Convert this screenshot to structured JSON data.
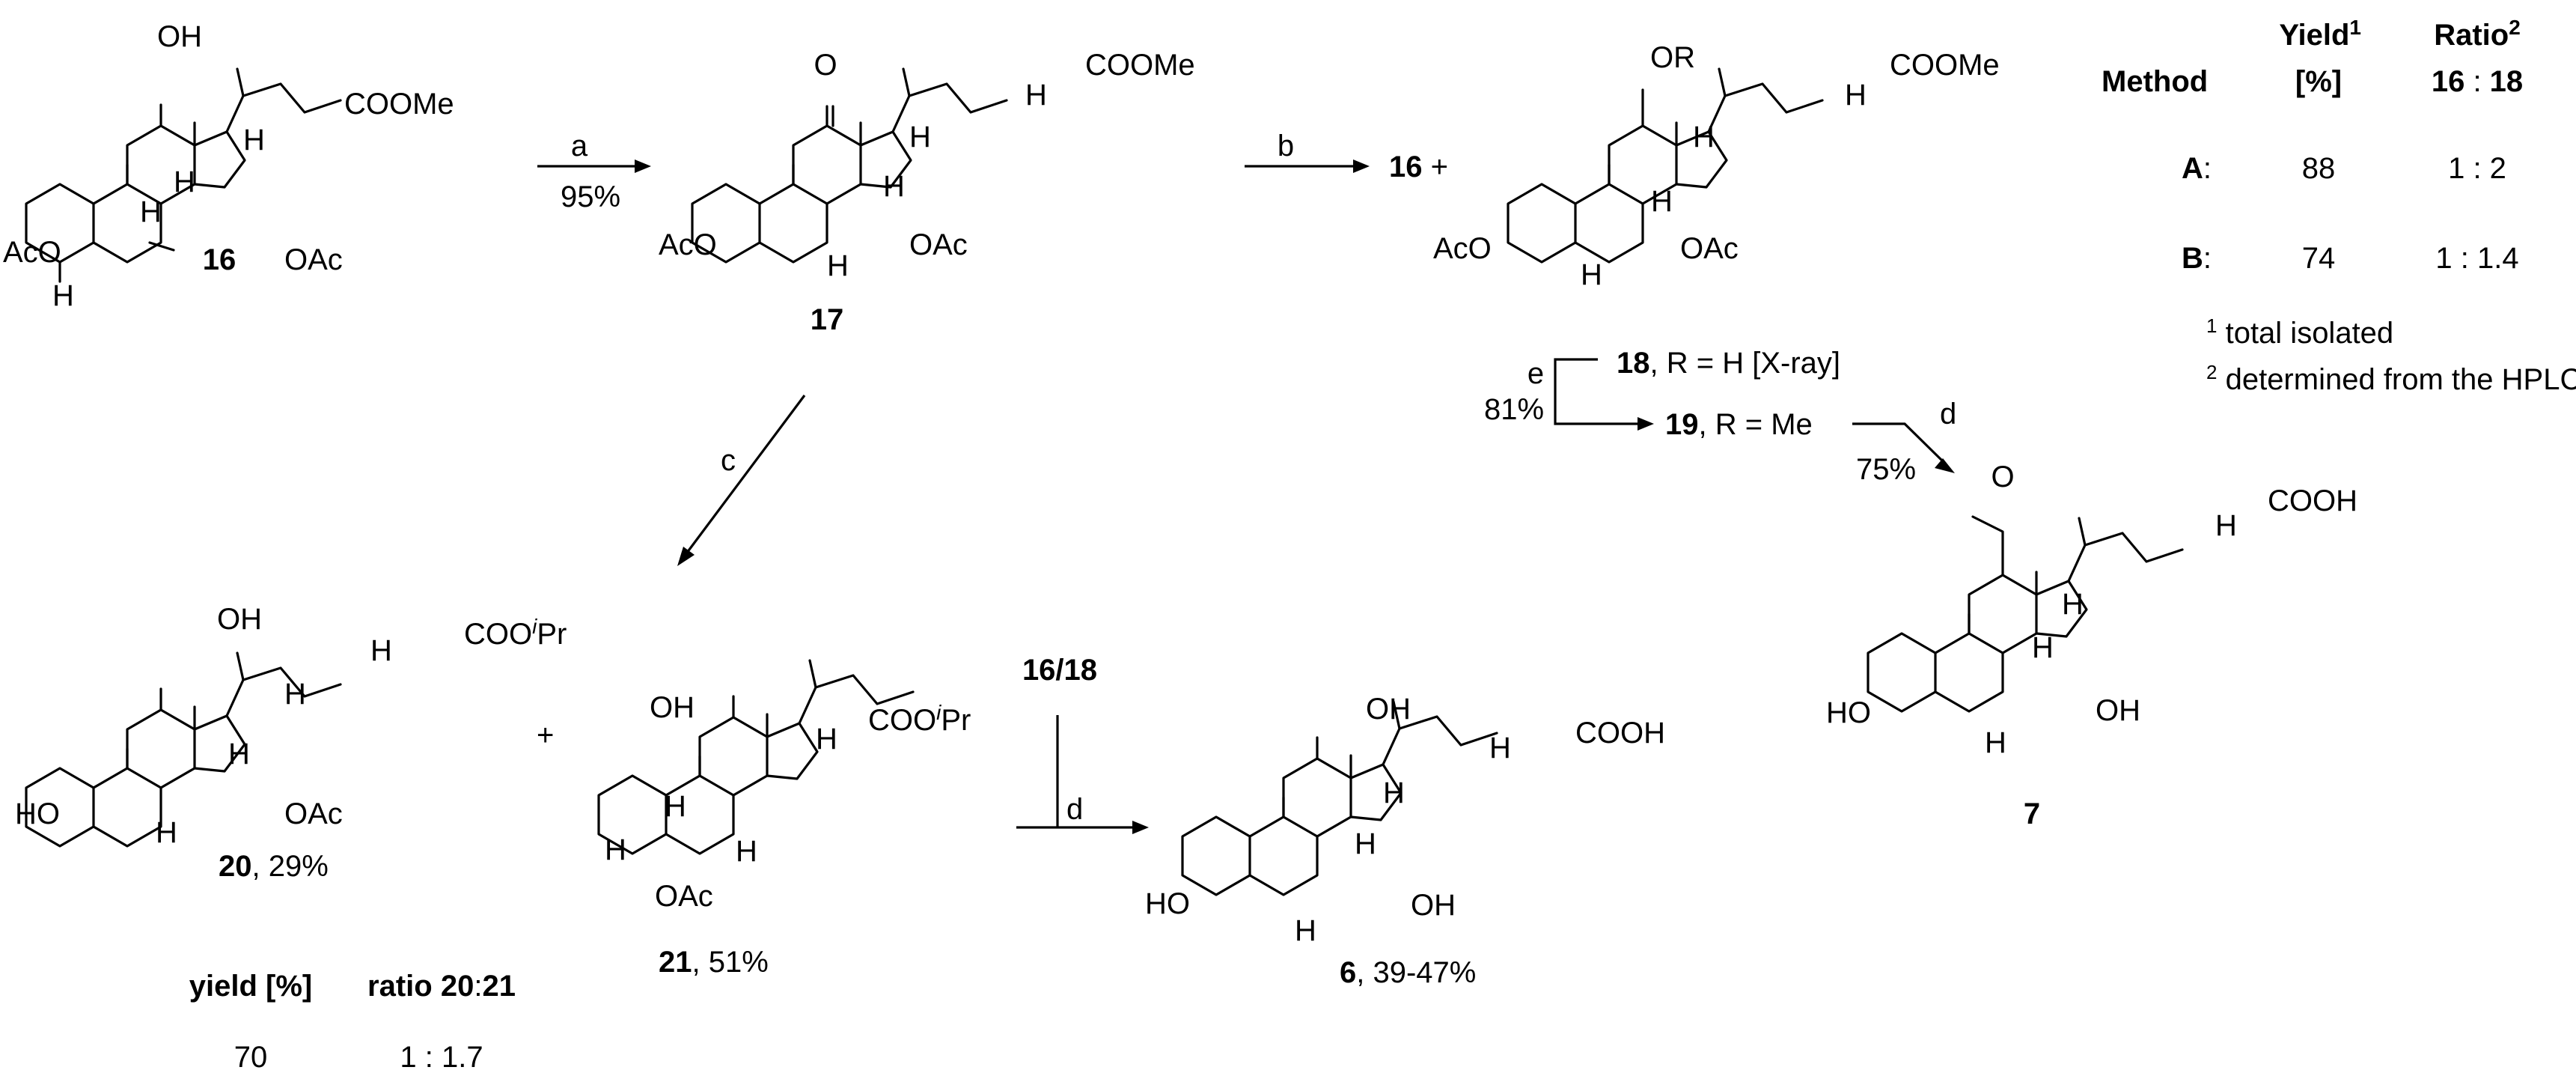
{
  "compounds": {
    "c16": "16",
    "c17": "17",
    "c18": "18",
    "c19": "19",
    "c20": "20",
    "c21": "21",
    "c6": "6",
    "c7": "7"
  },
  "labels": {
    "c18_suffix": ", R = H [X-ray]",
    "c19_suffix": ", R = Me",
    "c20_suffix": ", 29%",
    "c21_suffix": ", 51%",
    "c6_suffix": ", 39-47%",
    "plus_after_16": " +",
    "plus": "+",
    "mix": "16/18"
  },
  "groups": {
    "OH": "OH",
    "HO": "HO",
    "AcO": "AcO",
    "OAc": "OAc",
    "OR": "OR",
    "COOMe": "COOMe",
    "COOH": "COOH",
    "COOiPr_pre": "COO",
    "COOiPr_sup": "i",
    "COOiPr_post": "Pr",
    "H": "H",
    "O": "O"
  },
  "arrows": {
    "a_label": "a",
    "a_yield": "95%",
    "b_label": "b",
    "c_label": "c",
    "d_label": "d",
    "e_label": "e",
    "e_yield": "81%",
    "d_yield_7": "75%"
  },
  "table_top": {
    "col_method": "Method",
    "col_yield": "Yield",
    "col_yield_sup": "1",
    "col_yield_unit": "[%]",
    "col_ratio": "Ratio",
    "col_ratio_sup": "2",
    "col_ratio_a": "16",
    "col_ratio_sep": " : ",
    "col_ratio_b": "18",
    "rows": [
      {
        "method": "A",
        "colon": ":",
        "yield": "88",
        "ratio": "1 : 2"
      },
      {
        "method": "B",
        "colon": ":",
        "yield": "74",
        "ratio": "1 : 1.4"
      }
    ],
    "footnotes": [
      {
        "mark": "1",
        "text": " total isolated"
      },
      {
        "mark": "2",
        "text": " determined from the HPLC traces"
      }
    ]
  },
  "table_bottom": {
    "col_yield": "yield [%]",
    "col_ratio_pre": "ratio ",
    "col_ratio_a": "20",
    "col_ratio_sep": ":",
    "col_ratio_b": "21",
    "yield": "70",
    "ratio": "1 : 1.7"
  }
}
